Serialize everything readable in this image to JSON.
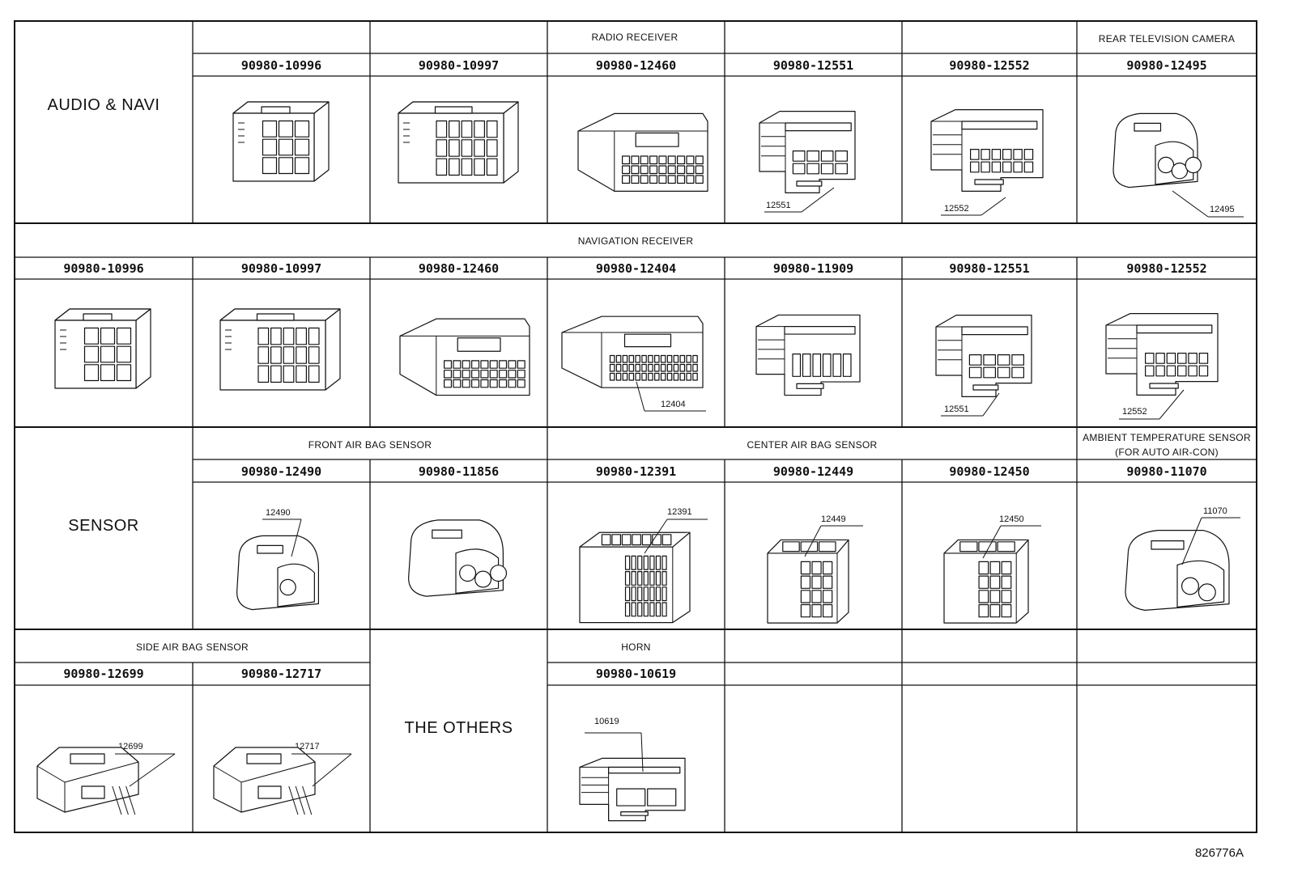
{
  "footer_code": "826776A",
  "rows": [
    {
      "category": "AUDIO & NAVI",
      "groups": [
        {
          "label": "RADIO RECEIVER"
        },
        {
          "label": "REAR TELEVISION CAMERA"
        }
      ],
      "parts": [
        {
          "number": "90980-10996",
          "callout": ""
        },
        {
          "number": "90980-10997",
          "callout": ""
        },
        {
          "number": "90980-12460",
          "callout": ""
        },
        {
          "number": "90980-12551",
          "callout": "12551"
        },
        {
          "number": "90980-12552",
          "callout": "12552"
        },
        {
          "number": "90980-12495",
          "callout": "12495"
        }
      ]
    },
    {
      "groups": [
        {
          "label": "NAVIGATION RECEIVER"
        }
      ],
      "parts": [
        {
          "number": "90980-10996",
          "callout": ""
        },
        {
          "number": "90980-10997",
          "callout": ""
        },
        {
          "number": "90980-12460",
          "callout": ""
        },
        {
          "number": "90980-12404",
          "callout": "12404"
        },
        {
          "number": "90980-11909",
          "callout": ""
        },
        {
          "number": "90980-12551",
          "callout": "12551"
        },
        {
          "number": "90980-12552",
          "callout": "12552"
        }
      ]
    },
    {
      "category": "SENSOR",
      "groups": [
        {
          "label": "FRONT AIR BAG SENSOR"
        },
        {
          "label": "CENTER AIR BAG SENSOR"
        },
        {
          "label": "AMBIENT TEMPERATURE SENSOR",
          "label2": "(FOR AUTO AIR-CON)"
        }
      ],
      "parts": [
        {
          "number": "90980-12490",
          "callout": "12490"
        },
        {
          "number": "90980-11856",
          "callout": ""
        },
        {
          "number": "90980-12391",
          "callout": "12391"
        },
        {
          "number": "90980-12449",
          "callout": "12449"
        },
        {
          "number": "90980-12450",
          "callout": "12450"
        },
        {
          "number": "90980-11070",
          "callout": "11070"
        }
      ]
    },
    {
      "category": "THE OTHERS",
      "groups": [
        {
          "label": "SIDE AIR BAG SENSOR"
        },
        {
          "label": "HORN"
        }
      ],
      "parts": [
        {
          "number": "90980-12699",
          "callout": "12699"
        },
        {
          "number": "90980-12717",
          "callout": "12717"
        },
        {
          "number": "90980-10619",
          "callout": "10619"
        }
      ]
    }
  ]
}
